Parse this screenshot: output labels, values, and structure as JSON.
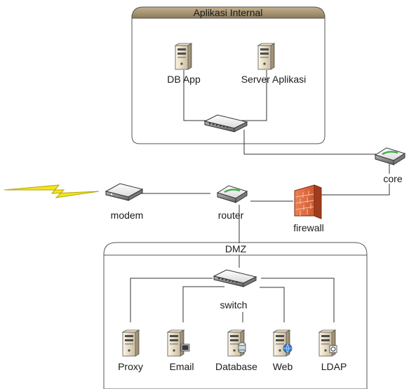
{
  "zones": {
    "internal": {
      "title": "Aplikasi Internal"
    },
    "dmz": {
      "title": "DMZ"
    }
  },
  "nodes": {
    "db_app": {
      "label": "DB App",
      "icon": "server-icon"
    },
    "server_aplikasi": {
      "label": "Server Aplikasi",
      "icon": "server-icon"
    },
    "internal_switch": {
      "label": "",
      "icon": "switch-icon"
    },
    "core": {
      "label": "core",
      "icon": "core-router-icon"
    },
    "modem": {
      "label": "modem",
      "icon": "modem-icon"
    },
    "router": {
      "label": "router",
      "icon": "router-icon"
    },
    "firewall": {
      "label": "firewall",
      "icon": "firewall-icon"
    },
    "switch": {
      "label": "switch",
      "icon": "switch-icon"
    },
    "proxy": {
      "label": "Proxy",
      "icon": "server-icon"
    },
    "email": {
      "label": "Email",
      "icon": "email-server-icon"
    },
    "database": {
      "label": "Database",
      "icon": "database-server-icon"
    },
    "web": {
      "label": "Web",
      "icon": "web-server-icon"
    },
    "ldap": {
      "label": "LDAP",
      "icon": "ldap-server-icon"
    },
    "internet": {
      "label": "",
      "icon": "lightning-icon"
    }
  },
  "colors": {
    "zone_header": "#9a8766",
    "line": "#333333",
    "firewall": "#e2663a",
    "lightning": "#f2e61a"
  }
}
